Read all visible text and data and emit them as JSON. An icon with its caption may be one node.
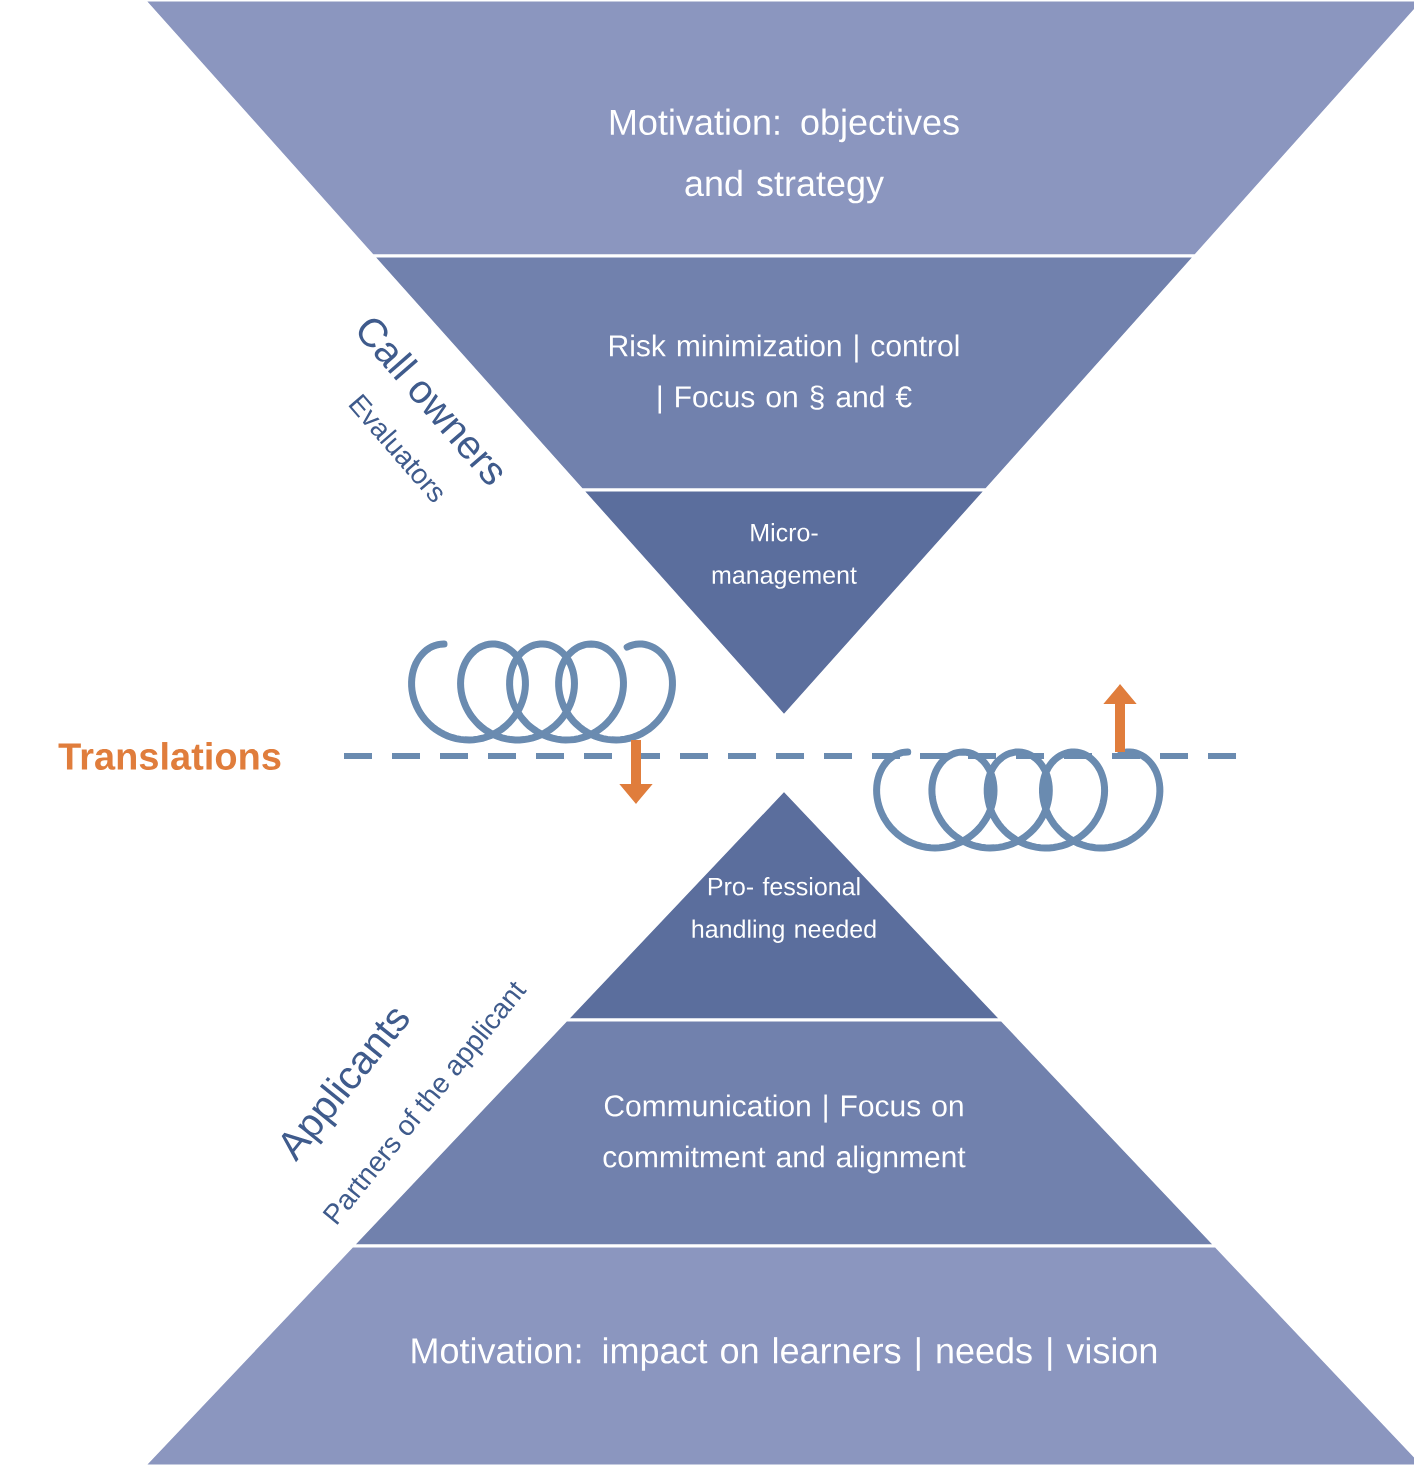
{
  "diagram": {
    "nodes": [
      {
        "text": [
          "Motivation: objectives and strategy"
        ]
      },
      {
        "text": [
          "Risk minimization | control | Focus on § and €"
        ]
      },
      {
        "text": [
          "Micro- management"
        ]
      },
      {
        "text": [
          "Pro- fessional handling needed"
        ]
      },
      {
        "text": [
          "Communication | Focus on commitment and alignment"
        ]
      },
      {
        "text": [
          "Motivation: impact on learners | needs | vision"
        ]
      }
    ],
    "labels": [
      "Call owners",
      "Evaluators",
      "Translations",
      "Applicants",
      "Partners of the applicant"
    ]
  }
}
